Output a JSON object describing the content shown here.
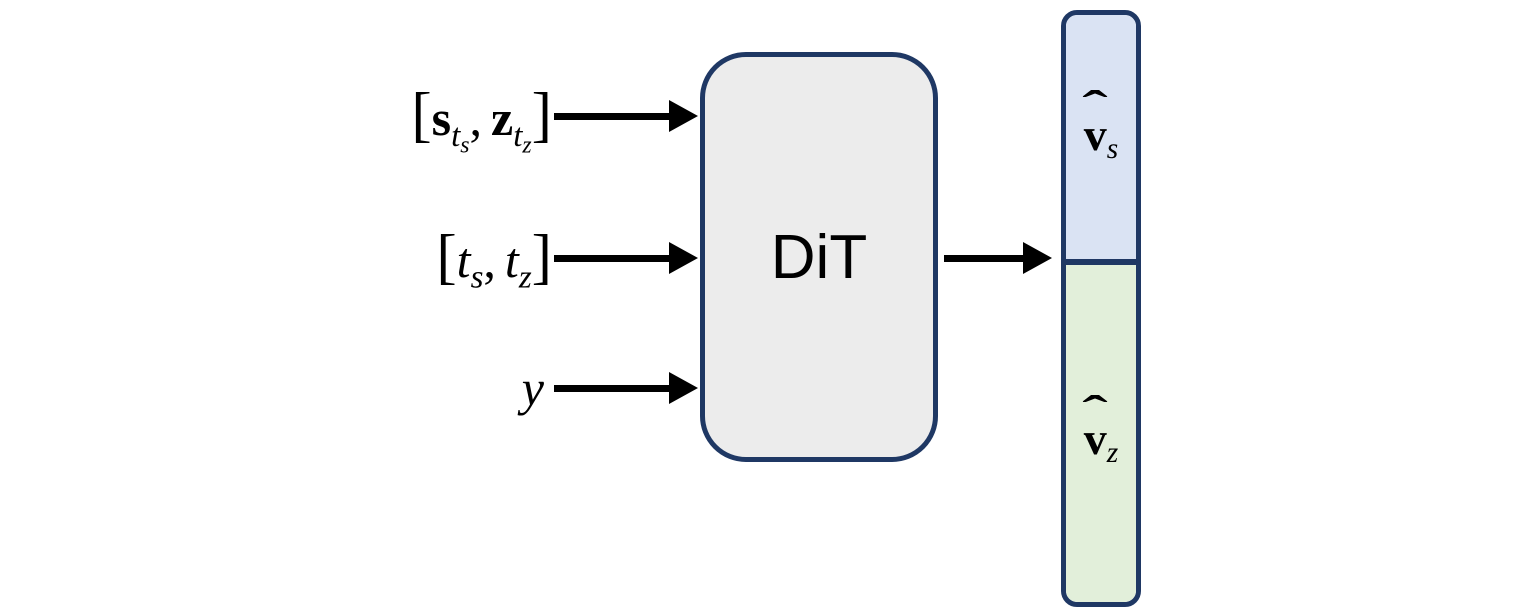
{
  "colors": {
    "outline": "#1f3864",
    "dit_fill": "#ececec",
    "vs_fill": "#dae3f3",
    "vz_fill": "#e2efda",
    "arrow": "#000000",
    "text": "#000000"
  },
  "dit": {
    "label": "DiT"
  },
  "inputs": [
    {
      "text": "[s_ts, z_tz]",
      "open": "[",
      "var1": "s",
      "sub1_base": "t",
      "sub1_sub": "s",
      "comma": ",",
      "var2": "z",
      "sub2_base": "t",
      "sub2_sub": "z",
      "close": "]"
    },
    {
      "text": "[ts, tz]",
      "open": "[",
      "var1": "t",
      "sub1": "s",
      "comma": ",",
      "var2": "t",
      "sub2": "z",
      "close": "]"
    },
    {
      "text": "y",
      "var": "y"
    }
  ],
  "outputs": {
    "vs": {
      "text": "v̂_s",
      "hat": "ˆ",
      "var": "v",
      "sub": "s"
    },
    "vz": {
      "text": "v̂_z",
      "hat": "ˆ",
      "var": "v",
      "sub": "z"
    }
  }
}
